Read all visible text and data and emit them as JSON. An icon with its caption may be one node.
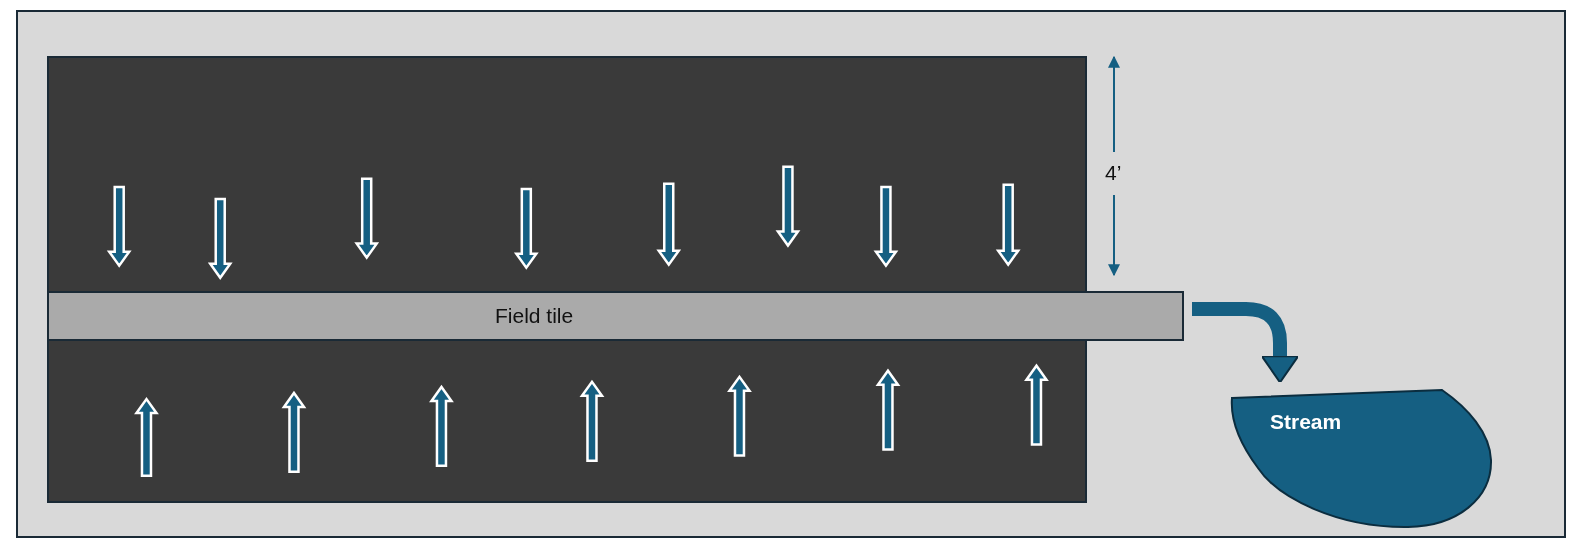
{
  "diagram": {
    "nodes": [
      {
        "text": [],
        "shape": "box"
      },
      {
        "text": [
          "Field tile"
        ]
      },
      {
        "text": [
          "Stream"
        ]
      }
    ],
    "edges": [
      {
        "from": 1,
        "to": 2,
        "arrow": "to"
      }
    ],
    "labels": [
      "4’"
    ]
  }
}
